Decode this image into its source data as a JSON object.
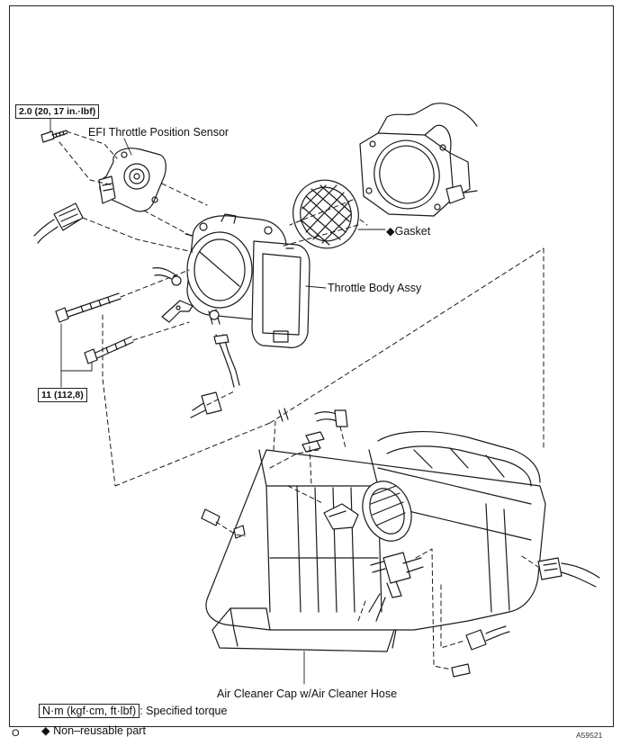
{
  "torque_top": "2.0 (20, 17 in.·lbf)",
  "torque_bottom": "11 (112,8)",
  "labels": {
    "sensor": "EFI Throttle Position Sensor",
    "gasket": "◆Gasket",
    "throttle_body": "Throttle Body Assy",
    "air_cleaner": "Air Cleaner Cap w/Air Cleaner Hose"
  },
  "legend": {
    "unit": "N·m (kgf·cm, ft·lbf)",
    "unit_desc": ": Specified torque",
    "nonreusable": "◆ Non–reusable part"
  },
  "page_mark": "O",
  "figure_id": "A59521"
}
